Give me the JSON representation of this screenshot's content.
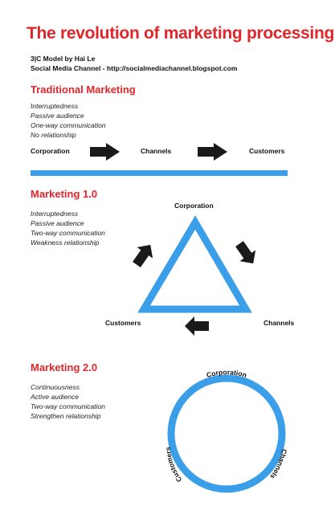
{
  "title": "The revolution of marketing processing",
  "credits": {
    "line1": "3|C Model by Hai Le",
    "line2": "Social Media Channel - http://socialmediachannel.blogspot.com"
  },
  "sections": [
    {
      "heading": "Traditional Marketing",
      "attributes": [
        "Interruptedness",
        "Passive audience",
        "One-way communication",
        "No relationship"
      ],
      "flow": [
        "Corporation",
        "Channels",
        "Customers"
      ]
    },
    {
      "heading": "Marketing 1.0",
      "attributes": [
        "Interruptedness",
        "Passive audience",
        "Two-way communication",
        "Weakness relationship"
      ],
      "nodes": [
        "Corporation",
        "Customers",
        "Channels"
      ]
    },
    {
      "heading": "Marketing 2.0",
      "attributes": [
        "Continuousness",
        "Active audience",
        "Two-way communication",
        "Strengthen relationship"
      ],
      "nodes": [
        "Corporation",
        "Channels",
        "Customers"
      ]
    }
  ],
  "colors": {
    "accent_red": "#e0262b",
    "accent_blue": "#3b9ee8",
    "arrow": "#1a1a1a"
  }
}
